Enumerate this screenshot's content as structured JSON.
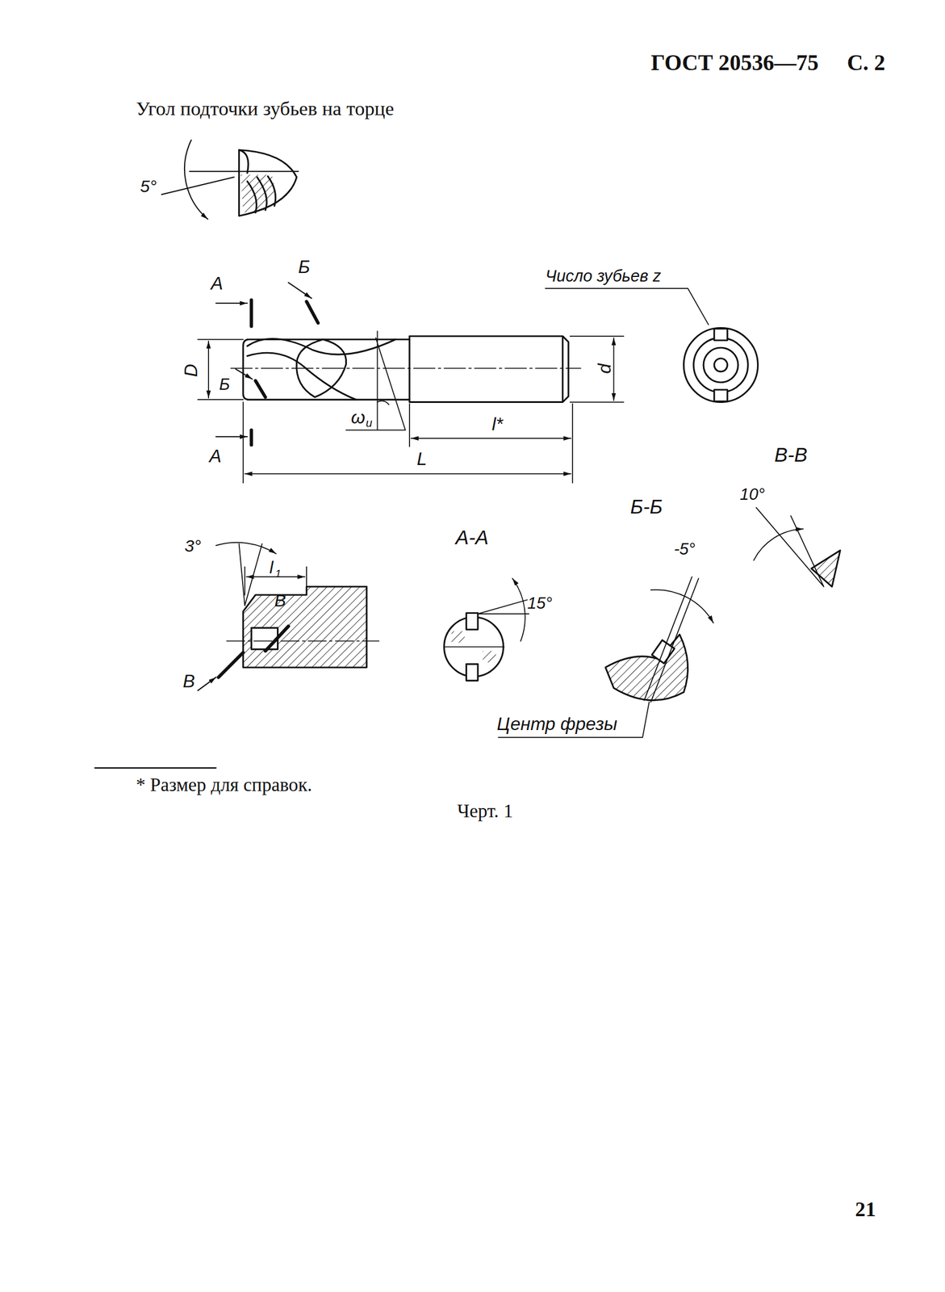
{
  "diagram": {
    "labels": [
      "ГОСТ 20536—75",
      "С. 2",
      "Угол подточки зубьев на торце",
      "5°",
      "А",
      "Б",
      "Число зубьев z",
      "D",
      "d",
      "Б",
      "ω",
      "и",
      "l*",
      "А",
      "L",
      "В-В",
      "10°",
      "Б-Б",
      "А-А",
      "-5°",
      "3°",
      "l",
      "1",
      "В",
      "15°",
      "В",
      "Центр фрезы",
      "* Размер для справок.",
      "Черт. 1",
      "21"
    ]
  }
}
